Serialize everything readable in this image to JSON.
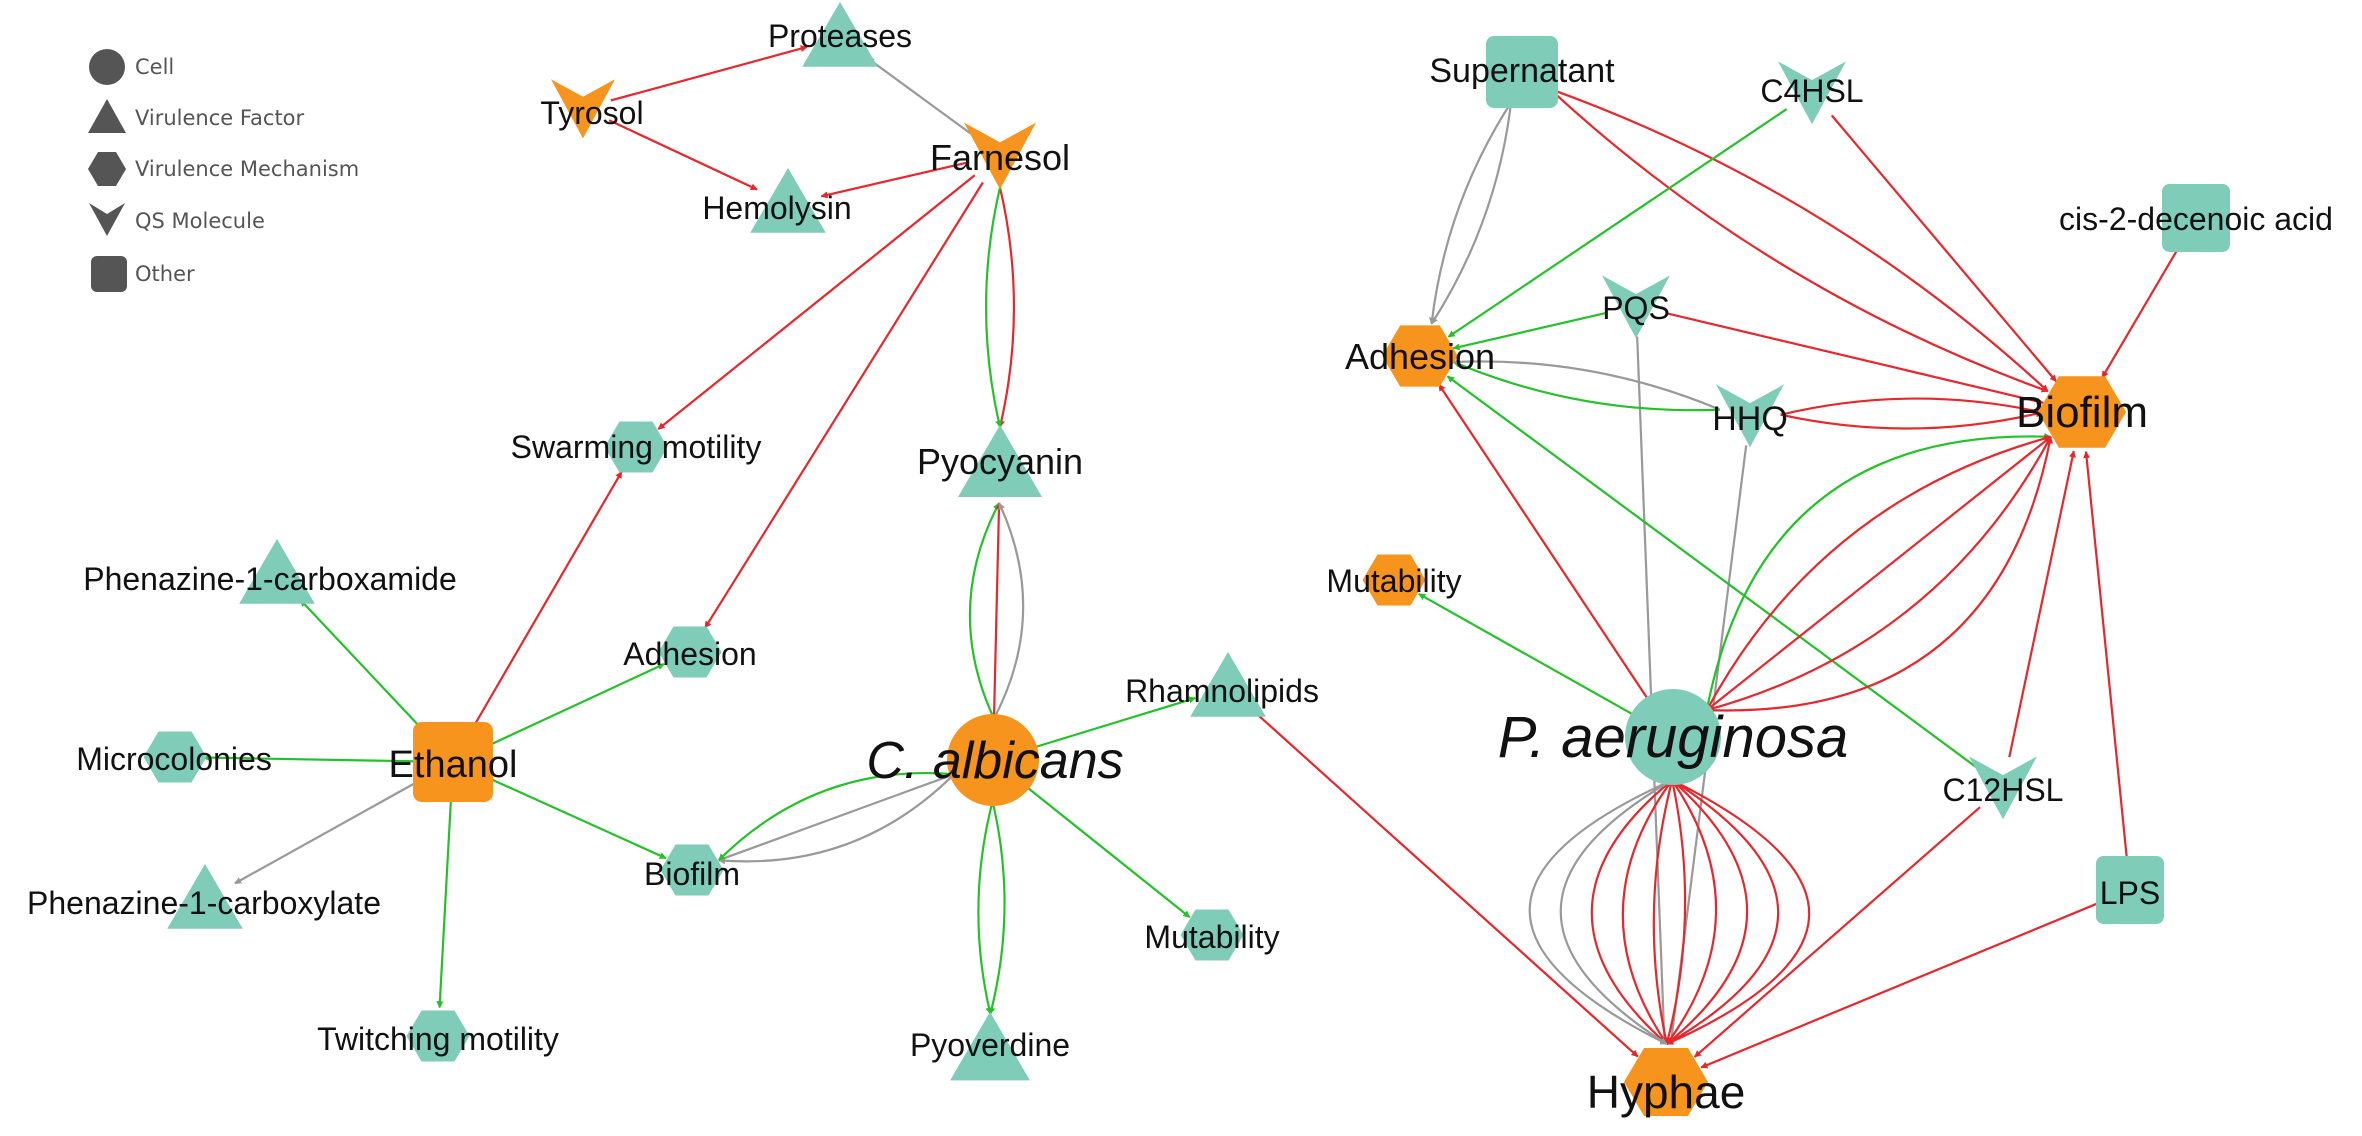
{
  "colors": {
    "orange": "#f7941e",
    "teal": "#7fccb9",
    "legend_gray": "#555555",
    "edge_red": "#e8262b",
    "edge_green": "#22c228",
    "edge_gray": "#999999"
  },
  "legend": [
    {
      "shape": "circle",
      "label": "Cell"
    },
    {
      "shape": "triangle",
      "label": "Virulence Factor"
    },
    {
      "shape": "hexagon",
      "label": "Virulence Mechanism"
    },
    {
      "shape": "vee",
      "label": "QS Molecule"
    },
    {
      "shape": "square",
      "label": "Other"
    }
  ],
  "nodes": [
    {
      "id": "proteases",
      "label": "Proteases",
      "shape": "triangle",
      "color": "teal"
    },
    {
      "id": "tyrosol",
      "label": "Tyrosol",
      "shape": "vee",
      "color": "orange"
    },
    {
      "id": "farnesol",
      "label": "Farnesol",
      "shape": "vee",
      "color": "orange"
    },
    {
      "id": "hemolysin",
      "label": "Hemolysin",
      "shape": "triangle",
      "color": "teal"
    },
    {
      "id": "swarming",
      "label": "Swarming motility",
      "shape": "hexagon",
      "color": "teal"
    },
    {
      "id": "pyocyanin",
      "label": "Pyocyanin",
      "shape": "triangle",
      "color": "teal"
    },
    {
      "id": "phenazine_carboxamide",
      "label": "Phenazine-1-carboxamide",
      "shape": "triangle",
      "color": "teal"
    },
    {
      "id": "adhesion_left",
      "label": "Adhesion",
      "shape": "hexagon",
      "color": "teal"
    },
    {
      "id": "rhamnolipids",
      "label": "Rhamnolipids",
      "shape": "triangle",
      "color": "teal"
    },
    {
      "id": "microcolonies",
      "label": "Microcolonies",
      "shape": "hexagon",
      "color": "teal"
    },
    {
      "id": "ethanol",
      "label": "Ethanol",
      "shape": "square",
      "color": "orange"
    },
    {
      "id": "calbicans",
      "label": "C. albicans",
      "shape": "circle",
      "color": "orange"
    },
    {
      "id": "biofilm_left",
      "label": "Biofilm",
      "shape": "hexagon",
      "color": "teal"
    },
    {
      "id": "phenazine_carboxylate",
      "label": "Phenazine-1-carboxylate",
      "shape": "triangle",
      "color": "teal"
    },
    {
      "id": "mutability_left",
      "label": "Mutability",
      "shape": "hexagon",
      "color": "teal"
    },
    {
      "id": "twitching",
      "label": "Twitching motility",
      "shape": "hexagon",
      "color": "teal"
    },
    {
      "id": "pyoverdine",
      "label": "Pyoverdine",
      "shape": "triangle",
      "color": "teal"
    },
    {
      "id": "supernatant",
      "label": "Supernatant",
      "shape": "square",
      "color": "teal"
    },
    {
      "id": "c4hsl",
      "label": "C4HSL",
      "shape": "vee",
      "color": "teal"
    },
    {
      "id": "cis2",
      "label": "cis-2-decenoic acid",
      "shape": "square",
      "color": "teal"
    },
    {
      "id": "adhesion_right",
      "label": "Adhesion",
      "shape": "hexagon",
      "color": "orange"
    },
    {
      "id": "pqs",
      "label": "PQS",
      "shape": "vee",
      "color": "teal"
    },
    {
      "id": "hhq",
      "label": "HHQ",
      "shape": "vee",
      "color": "teal"
    },
    {
      "id": "biofilm_right",
      "label": "Biofilm",
      "shape": "hexagon",
      "color": "orange"
    },
    {
      "id": "mutability_right",
      "label": "Mutability",
      "shape": "hexagon",
      "color": "orange"
    },
    {
      "id": "paeruginosa",
      "label": "P. aeruginosa",
      "shape": "circle",
      "color": "teal"
    },
    {
      "id": "c12hsl",
      "label": "C12HSL",
      "shape": "vee",
      "color": "teal"
    },
    {
      "id": "lps",
      "label": "LPS",
      "shape": "square",
      "color": "teal"
    },
    {
      "id": "hyphae",
      "label": "Hyphae",
      "shape": "hexagon",
      "color": "orange"
    }
  ],
  "edges": [
    {
      "from": "tyrosol",
      "to": "proteases",
      "color": "red"
    },
    {
      "from": "tyrosol",
      "to": "hemolysin",
      "color": "red"
    },
    {
      "from": "farnesol",
      "to": "proteases",
      "color": "gray"
    },
    {
      "from": "farnesol",
      "to": "hemolysin",
      "color": "red"
    },
    {
      "from": "farnesol",
      "to": "pyocyanin",
      "color": "red"
    },
    {
      "from": "farnesol",
      "to": "pyocyanin",
      "color": "green"
    },
    {
      "from": "farnesol",
      "to": "swarming",
      "color": "red"
    },
    {
      "from": "farnesol",
      "to": "adhesion_left",
      "color": "red"
    },
    {
      "from": "ethanol",
      "to": "swarming",
      "color": "red"
    },
    {
      "from": "ethanol",
      "to": "phenazine_carboxamide",
      "color": "green"
    },
    {
      "from": "ethanol",
      "to": "adhesion_left",
      "color": "green"
    },
    {
      "from": "ethanol",
      "to": "microcolonies",
      "color": "green"
    },
    {
      "from": "ethanol",
      "to": "biofilm_left",
      "color": "green"
    },
    {
      "from": "ethanol",
      "to": "phenazine_carboxylate",
      "color": "gray"
    },
    {
      "from": "ethanol",
      "to": "twitching",
      "color": "green"
    },
    {
      "from": "calbicans",
      "to": "pyocyanin",
      "color": "green"
    },
    {
      "from": "calbicans",
      "to": "pyocyanin",
      "color": "red"
    },
    {
      "from": "calbicans",
      "to": "pyocyanin",
      "color": "gray"
    },
    {
      "from": "calbicans",
      "to": "rhamnolipids",
      "color": "green"
    },
    {
      "from": "calbicans",
      "to": "biofilm_left",
      "color": "gray"
    },
    {
      "from": "calbicans",
      "to": "biofilm_left",
      "color": "gray"
    },
    {
      "from": "calbicans",
      "to": "biofilm_left",
      "color": "green"
    },
    {
      "from": "calbicans",
      "to": "mutability_left",
      "color": "green"
    },
    {
      "from": "calbicans",
      "to": "pyoverdine",
      "color": "green"
    },
    {
      "from": "calbicans",
      "to": "pyoverdine",
      "color": "green"
    },
    {
      "from": "rhamnolipids",
      "to": "hyphae",
      "color": "red"
    },
    {
      "from": "supernatant",
      "to": "adhesion_right",
      "color": "gray"
    },
    {
      "from": "supernatant",
      "to": "adhesion_right",
      "color": "gray"
    },
    {
      "from": "supernatant",
      "to": "biofilm_right",
      "color": "red"
    },
    {
      "from": "supernatant",
      "to": "biofilm_right",
      "color": "red"
    },
    {
      "from": "c4hsl",
      "to": "adhesion_right",
      "color": "green"
    },
    {
      "from": "c4hsl",
      "to": "biofilm_right",
      "color": "red"
    },
    {
      "from": "cis2",
      "to": "biofilm_right",
      "color": "red"
    },
    {
      "from": "pqs",
      "to": "adhesion_right",
      "color": "green"
    },
    {
      "from": "pqs",
      "to": "biofilm_right",
      "color": "red"
    },
    {
      "from": "pqs",
      "to": "hyphae",
      "color": "gray"
    },
    {
      "from": "hhq",
      "to": "adhesion_right",
      "color": "green"
    },
    {
      "from": "hhq",
      "to": "adhesion_right",
      "color": "gray"
    },
    {
      "from": "hhq",
      "to": "biofilm_right",
      "color": "red"
    },
    {
      "from": "hhq",
      "to": "biofilm_right",
      "color": "red"
    },
    {
      "from": "hhq",
      "to": "hyphae",
      "color": "gray"
    },
    {
      "from": "c12hsl",
      "to": "adhesion_right",
      "color": "green"
    },
    {
      "from": "c12hsl",
      "to": "biofilm_right",
      "color": "red"
    },
    {
      "from": "c12hsl",
      "to": "hyphae",
      "color": "red"
    },
    {
      "from": "lps",
      "to": "biofilm_right",
      "color": "red"
    },
    {
      "from": "lps",
      "to": "hyphae",
      "color": "red"
    },
    {
      "from": "paeruginosa",
      "to": "adhesion_right",
      "color": "red"
    },
    {
      "from": "paeruginosa",
      "to": "mutability_right",
      "color": "green"
    },
    {
      "from": "paeruginosa",
      "to": "biofilm_right",
      "color": "green"
    },
    {
      "from": "paeruginosa",
      "to": "biofilm_right",
      "color": "red"
    },
    {
      "from": "paeruginosa",
      "to": "biofilm_right",
      "color": "red"
    },
    {
      "from": "paeruginosa",
      "to": "biofilm_right",
      "color": "red"
    },
    {
      "from": "paeruginosa",
      "to": "biofilm_right",
      "color": "red"
    },
    {
      "from": "paeruginosa",
      "to": "hyphae",
      "color": "red"
    },
    {
      "from": "paeruginosa",
      "to": "hyphae",
      "color": "red"
    },
    {
      "from": "paeruginosa",
      "to": "hyphae",
      "color": "red"
    },
    {
      "from": "paeruginosa",
      "to": "hyphae",
      "color": "red"
    },
    {
      "from": "paeruginosa",
      "to": "hyphae",
      "color": "red"
    },
    {
      "from": "paeruginosa",
      "to": "hyphae",
      "color": "red"
    },
    {
      "from": "paeruginosa",
      "to": "hyphae",
      "color": "red"
    },
    {
      "from": "paeruginosa",
      "to": "hyphae",
      "color": "red"
    },
    {
      "from": "paeruginosa",
      "to": "hyphae",
      "color": "gray"
    },
    {
      "from": "paeruginosa",
      "to": "hyphae",
      "color": "gray"
    }
  ]
}
